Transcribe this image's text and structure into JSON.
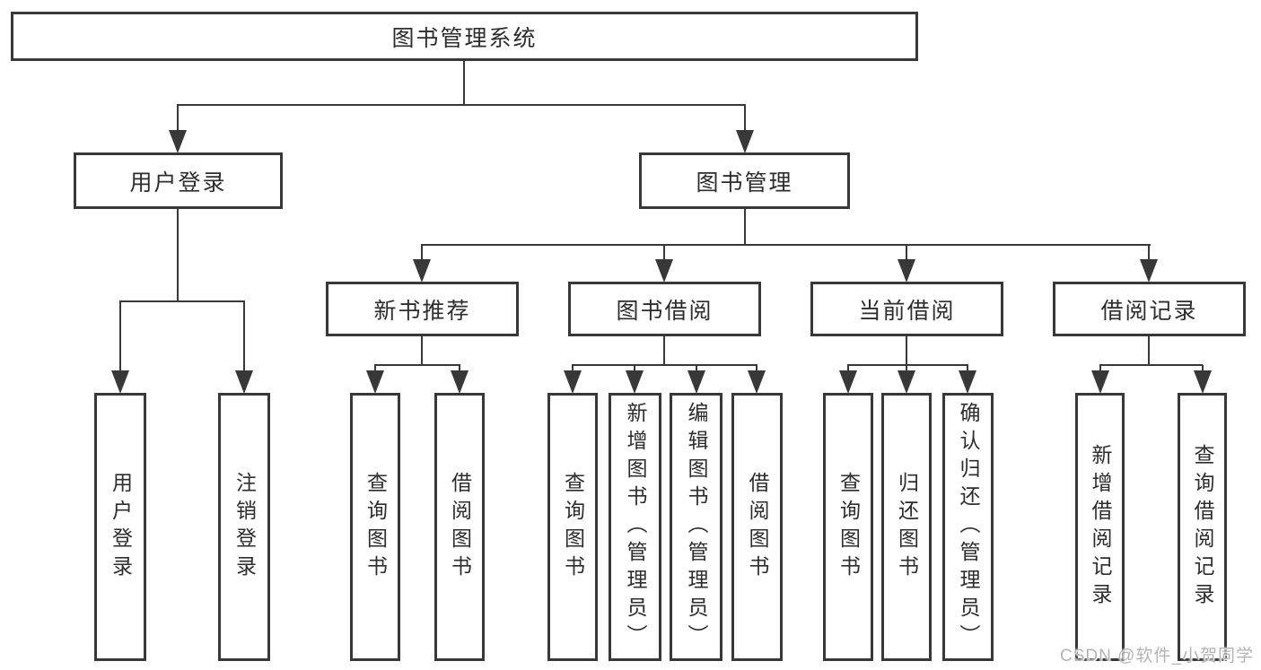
{
  "tree": {
    "label": "图书管理系统",
    "children": [
      {
        "label": "用户登录",
        "children": [
          {
            "label": "用户登录"
          },
          {
            "label": "注销登录"
          }
        ]
      },
      {
        "label": "图书管理",
        "children": [
          {
            "label": "新书推荐",
            "children": [
              {
                "label": "查询图书"
              },
              {
                "label": "借阅图书"
              }
            ]
          },
          {
            "label": "图书借阅",
            "children": [
              {
                "label": "查询图书"
              },
              {
                "label": "新增图书（管理员）"
              },
              {
                "label": "编辑图书（管理员）"
              },
              {
                "label": "借阅图书"
              }
            ]
          },
          {
            "label": "当前借阅",
            "children": [
              {
                "label": "查询图书"
              },
              {
                "label": "归还图书"
              },
              {
                "label": "确认归还（管理员）"
              }
            ]
          },
          {
            "label": "借阅记录",
            "children": [
              {
                "label": "新增借阅记录"
              },
              {
                "label": "查询借阅记录"
              }
            ]
          }
        ]
      }
    ]
  },
  "watermark": {
    "text": "CSDN @软件_小贺同学"
  },
  "colors": {
    "line": "#383838",
    "text": "#2d2d2d",
    "background": "#ffffff",
    "watermark": "#b3b3b3"
  }
}
